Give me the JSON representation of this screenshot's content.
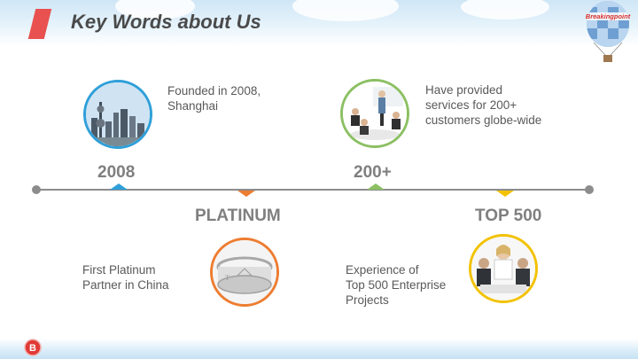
{
  "header": {
    "title": "Key Words about Us"
  },
  "logo": {
    "balloon_text": "Breakingpoint",
    "small_logo_letter": "B"
  },
  "milestones": [
    {
      "label": "2008",
      "description": [
        "Founded in 2008,",
        "Shanghai"
      ],
      "accent_color": "#2e9fd8",
      "icon": "shanghai-skyline-icon"
    },
    {
      "label": "PLATINUM",
      "description": [
        "First Platinum",
        "Partner in China"
      ],
      "accent_color": "#ed7d31",
      "icon": "platinum-ring-icon"
    },
    {
      "label": "200+",
      "description": [
        "Have provided",
        "services for 200+",
        "customers globe-wide"
      ],
      "accent_color": "#8cc063",
      "icon": "business-meeting-icon"
    },
    {
      "label": "TOP 500",
      "description": [
        "Experience of",
        "Top 500 Enterprise",
        "Projects"
      ],
      "accent_color": "#f2c200",
      "icon": "business-team-icon"
    }
  ],
  "colors": {
    "title_accent": "#e8514f",
    "timeline": "#8c8c8c",
    "milestone_text": "#7f7f7f"
  }
}
